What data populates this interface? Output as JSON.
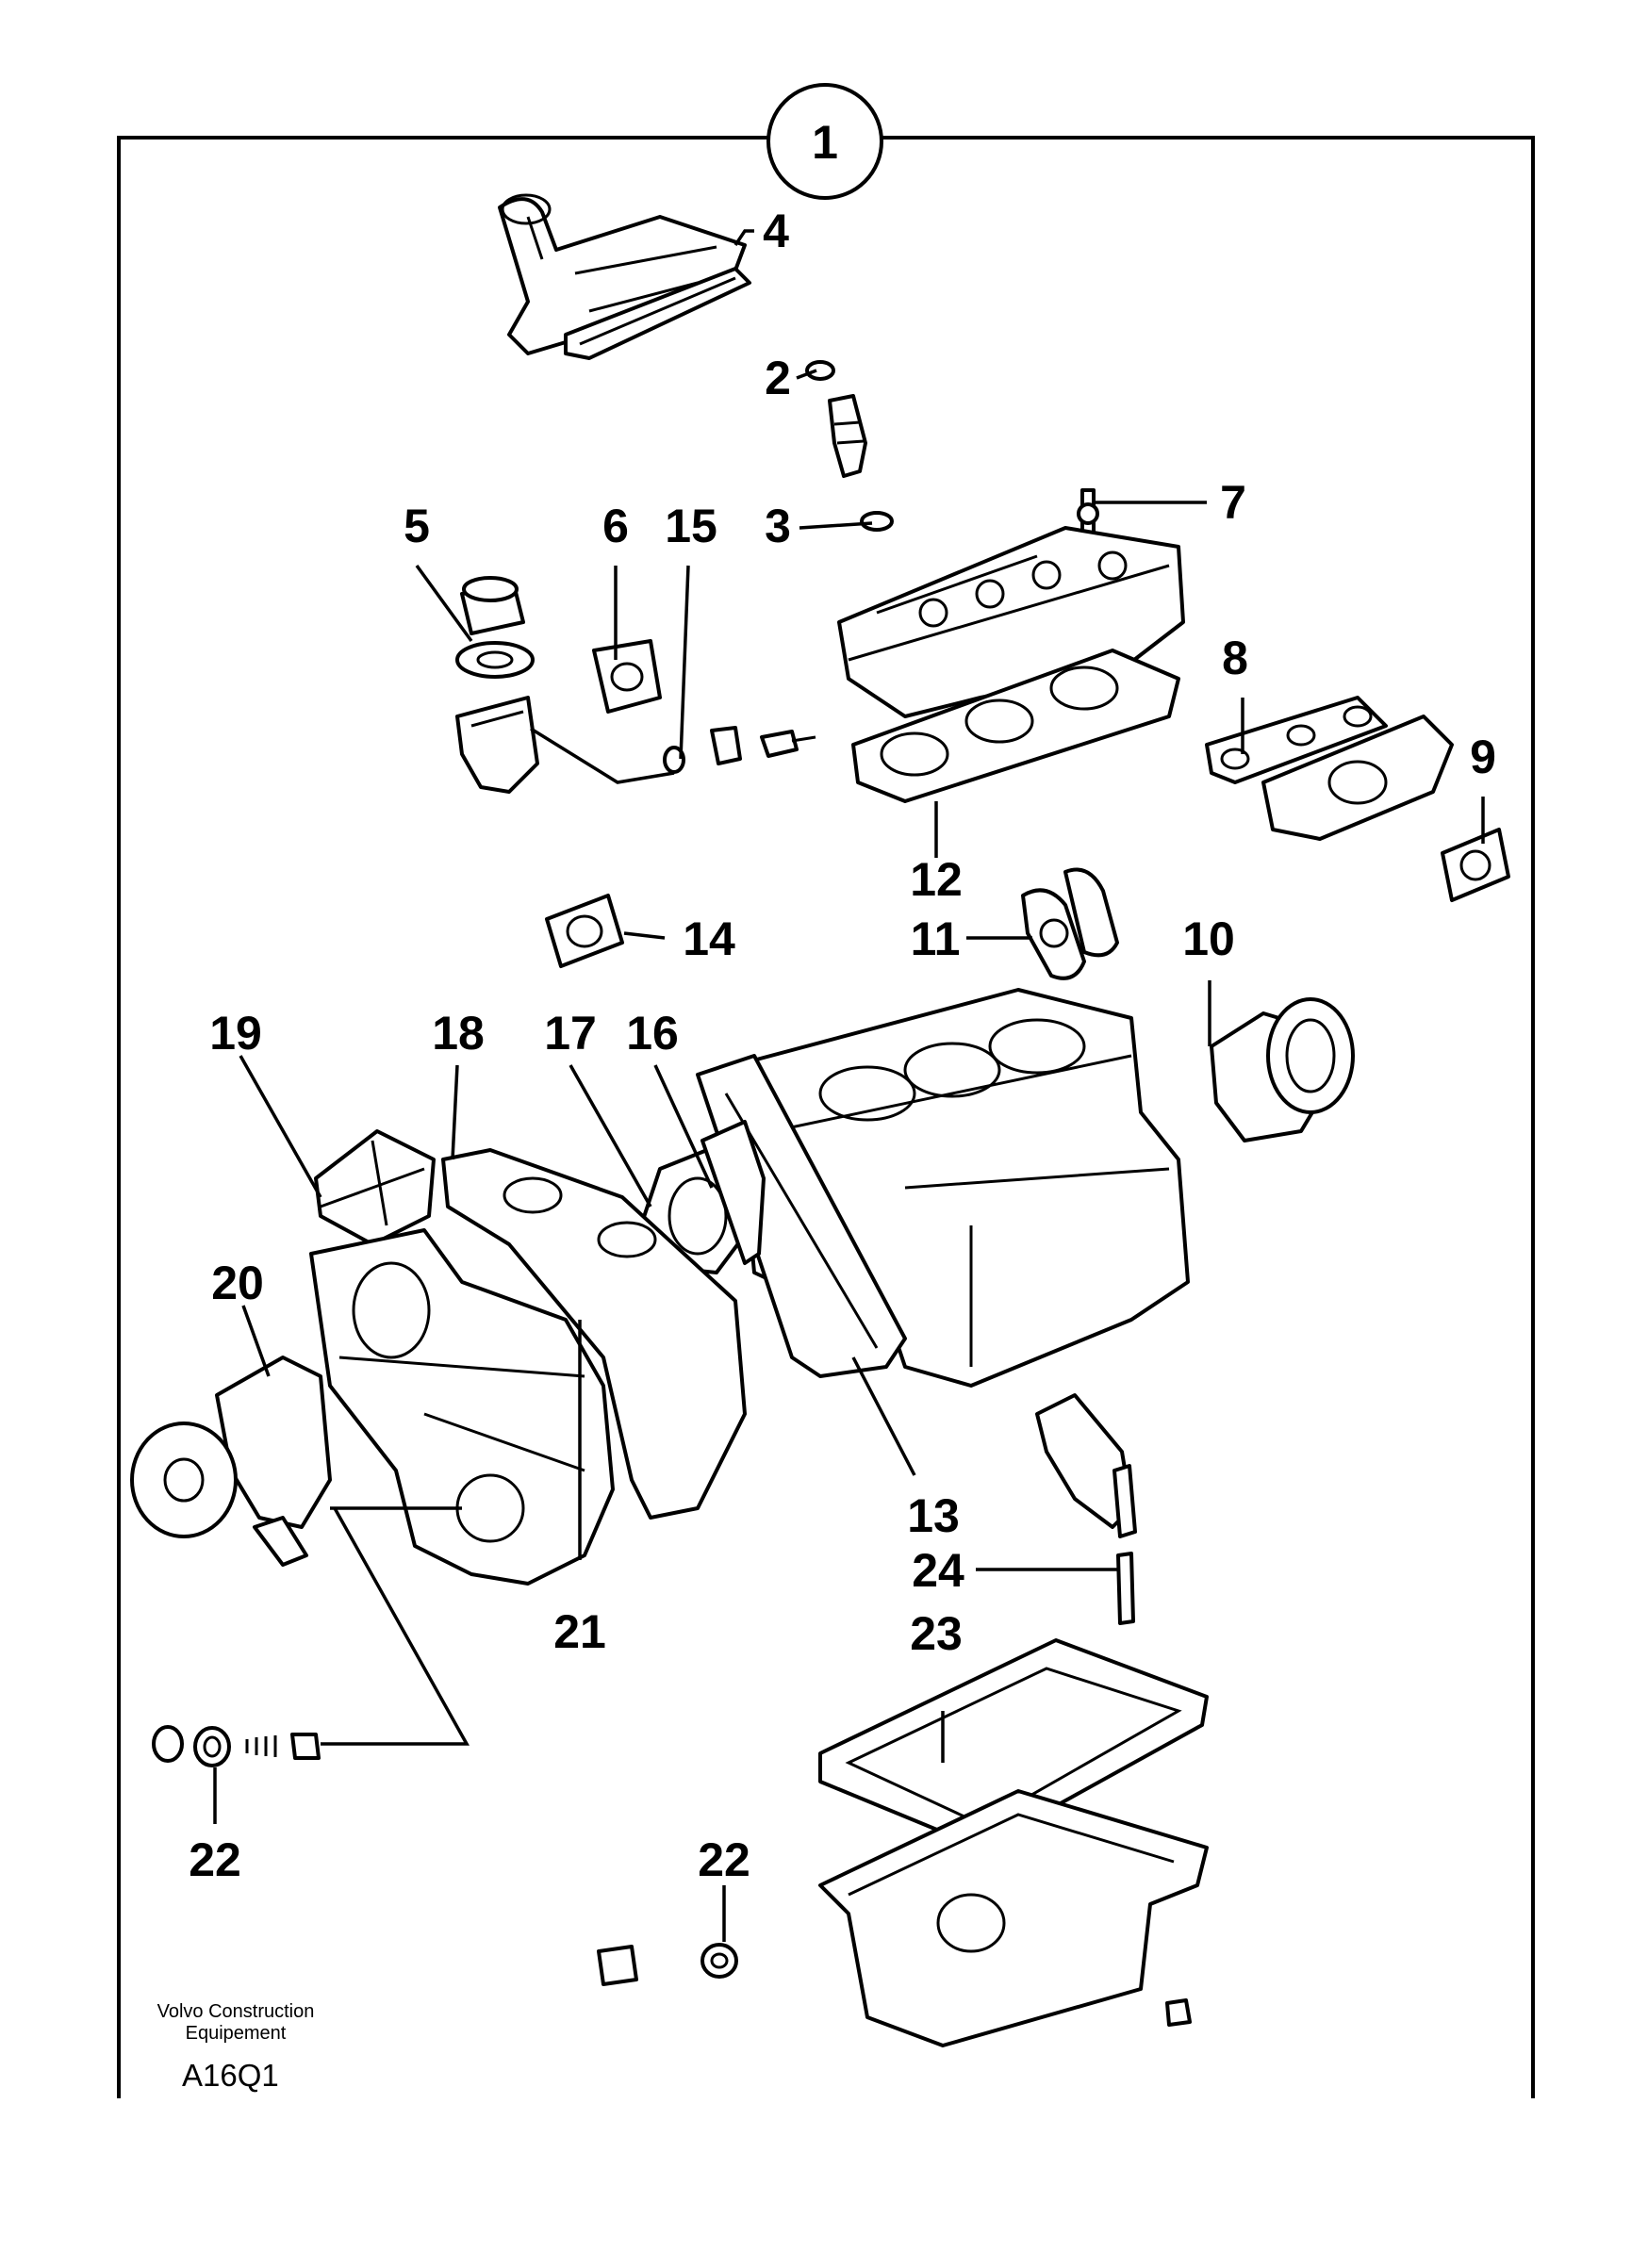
{
  "sheet": {
    "header_number": "1",
    "credit_line_1": "Volvo Construction",
    "credit_line_2": "Equipement",
    "drawing_code": "A16Q1"
  },
  "callouts": [
    {
      "id": "c1",
      "label": "4"
    },
    {
      "id": "c2",
      "label": "2"
    },
    {
      "id": "c3",
      "label": "3"
    },
    {
      "id": "c4",
      "label": "7"
    },
    {
      "id": "c5",
      "label": "5"
    },
    {
      "id": "c6",
      "label": "6"
    },
    {
      "id": "c7",
      "label": "15"
    },
    {
      "id": "c8",
      "label": "8"
    },
    {
      "id": "c9",
      "label": "9"
    },
    {
      "id": "c10",
      "label": "12"
    },
    {
      "id": "c11",
      "label": "14"
    },
    {
      "id": "c12",
      "label": "11"
    },
    {
      "id": "c13",
      "label": "10"
    },
    {
      "id": "c14",
      "label": "19"
    },
    {
      "id": "c15",
      "label": "18"
    },
    {
      "id": "c16",
      "label": "17"
    },
    {
      "id": "c17",
      "label": "16"
    },
    {
      "id": "c18",
      "label": "20"
    },
    {
      "id": "c19",
      "label": "13"
    },
    {
      "id": "c20",
      "label": "24"
    },
    {
      "id": "c21",
      "label": "21"
    },
    {
      "id": "c22",
      "label": "23"
    },
    {
      "id": "c23",
      "label": "22"
    },
    {
      "id": "c24",
      "label": "22"
    }
  ]
}
